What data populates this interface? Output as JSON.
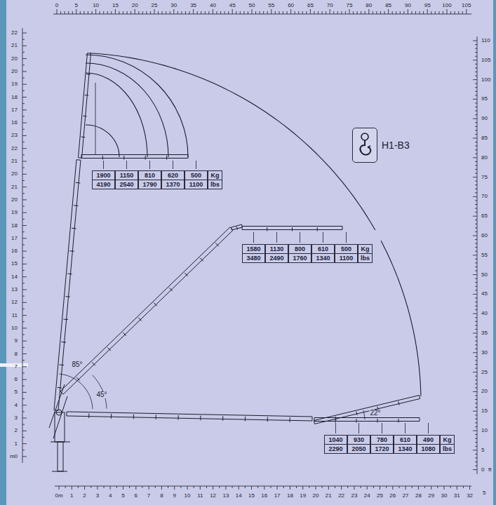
{
  "diagram": {
    "nodes": [
      {
        "text": [
          "H1-B3"
        ]
      }
    ],
    "labels": [
      "0",
      "5",
      "10",
      "15",
      "20",
      "25",
      "30",
      "35",
      "40",
      "45",
      "50",
      "55",
      "60",
      "65",
      "70",
      "75",
      "80",
      "85",
      "90",
      "95",
      "100",
      "105",
      "22",
      "21",
      "20",
      "20",
      "19",
      "18",
      "17",
      "16",
      "23",
      "22",
      "21",
      "20",
      "21",
      "20",
      "19",
      "18",
      "17",
      "16",
      "15",
      "14",
      "13",
      "12",
      "11",
      "10",
      "9",
      "8",
      "7",
      "6",
      "5",
      "4",
      "3",
      "2",
      "1",
      "m0",
      "0m",
      "1",
      "2",
      "3",
      "4",
      "5",
      "6",
      "7",
      "8",
      "9",
      "10",
      "11",
      "12",
      "13",
      "14",
      "15",
      "16",
      "17",
      "18",
      "19",
      "20",
      "21",
      "22",
      "23",
      "24",
      "25",
      "26",
      "27",
      "28",
      "29",
      "30",
      "31",
      "32",
      "110",
      "105",
      "100",
      "95",
      "90",
      "85",
      "80",
      "75",
      "70",
      "65",
      "60",
      "55",
      "50",
      "45",
      "40",
      "35",
      "30",
      "25",
      "20",
      "15",
      "10",
      "5",
      "0",
      "ft",
      "5",
      "85°",
      "45°",
      "22°",
      "1900",
      "1150",
      "810",
      "620",
      "500",
      "Kg",
      "4190",
      "2540",
      "1790",
      "1370",
      "1100",
      "lbs",
      "1580",
      "1130",
      "800",
      "610",
      "500",
      "Kg",
      "3480",
      "2490",
      "1760",
      "1340",
      "1100",
      "lbs",
      "1040",
      "930",
      "780",
      "610",
      "490",
      "Kg",
      "2290",
      "2050",
      "1720",
      "1340",
      "1080",
      "lbs"
    ]
  }
}
